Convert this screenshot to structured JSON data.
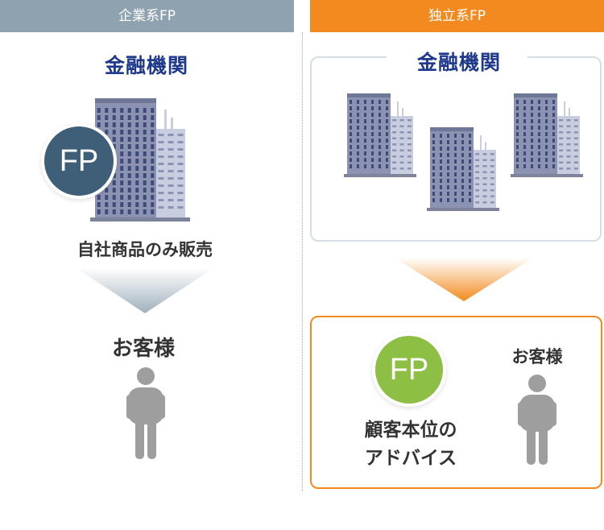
{
  "headers": {
    "corporate": "企業系FP",
    "independent": "独立系FP"
  },
  "left": {
    "institution_title": "金融機関",
    "fp_label": "FP",
    "sales_note": "自社商品のみ販売",
    "customer_label": "お客様"
  },
  "right": {
    "institution_title": "金融機関",
    "fp_label": "FP",
    "advice_line1": "顧客本位の",
    "advice_line2": "アドバイス",
    "customer_label": "お客様"
  },
  "colors": {
    "corporate_header": "#8fa2af",
    "independent_header": "#f28a1f",
    "title_blue": "#1f3a8c",
    "fp_corporate": "#3f5f78",
    "fp_independent": "#8dbf45",
    "person_gray": "#9e9e9e"
  }
}
